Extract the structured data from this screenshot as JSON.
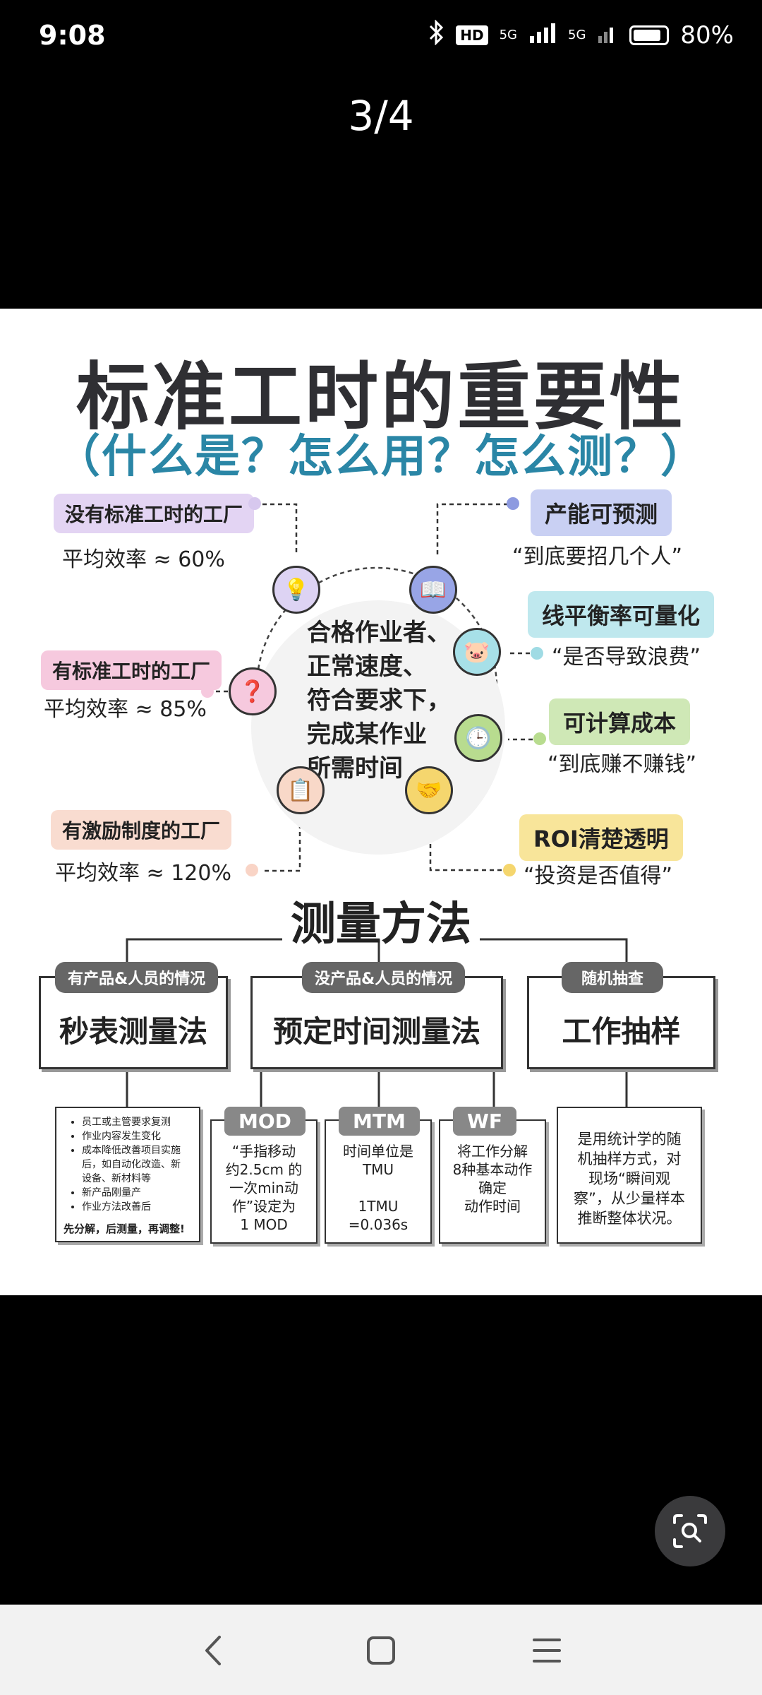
{
  "status": {
    "time": "9:08",
    "hd": "HD",
    "net1": "5G",
    "net2": "5G",
    "battery": "80%"
  },
  "viewer": {
    "counter": "3/4"
  },
  "infographic": {
    "title": "标准工时的重要性",
    "subtitle": "（什么是？怎么用？怎么测？）",
    "left": [
      {
        "tag": "没有标准工时的工厂",
        "value": "平均效率 ≈ 60%",
        "color": "#e3d4f3"
      },
      {
        "tag": "有标准工时的工厂",
        "value": "平均效率 ≈ 85%",
        "color": "#f6c9de"
      },
      {
        "tag": "有激励制度的工厂",
        "value": "平均效率 ≈ 120%",
        "color": "#f9dcd0"
      }
    ],
    "right": [
      {
        "tag": "产能可预测",
        "value": "“到底要招几个人”",
        "color": "#c9d0f3"
      },
      {
        "tag": "线平衡率可量化",
        "value": "“是否导致浪费”",
        "color": "#bfe8ee"
      },
      {
        "tag": "可计算成本",
        "value": "“到底赚不赚钱”",
        "color": "#cfe8b6"
      },
      {
        "tag": "ROI清楚透明",
        "value": "“投资是否值得”",
        "color": "#f8e59a"
      }
    ],
    "center": "合格作业者、\n正常速度、\n符合要求下，\n完成某作业\n所需时间",
    "methods_title": "测量方法",
    "methods": [
      {
        "label": "有产品&人员的情况",
        "name": "秒表测量法"
      },
      {
        "label": "没产品&人员的情况",
        "name": "预定时间测量法"
      },
      {
        "label": "随机抽查",
        "name": "工作抽样"
      }
    ],
    "stopwatch_items": [
      "员工或主管要求复测",
      "作业内容发生变化",
      "成本降低改善项目实施\n后，如自动化改造、新\n设备、新材料等",
      "新产品刚量产",
      "作业方法改善后"
    ],
    "stopwatch_note": "先分解，后测量，再调整!",
    "sub": [
      {
        "label": "MOD",
        "text": "“手指移动\n约2.5cm 的\n一次min动\n作”设定为\n1 MOD"
      },
      {
        "label": "MTM",
        "text": "时间单位是\nTMU\n\n1TMU\n=0.036s"
      },
      {
        "label": "WF",
        "text": "将工作分解\n8种基本动作\n确定\n动作时间"
      }
    ],
    "sampling_text": "是用统计学的随\n机抽样方式，对\n现场“瞬间观\n察”，从少量样本\n推断整体状况。"
  },
  "icons": {
    "bluetooth": "bluetooth-icon",
    "lens": "lens-search-icon",
    "back": "back-icon",
    "home": "home-icon",
    "menu": "menu-icon"
  }
}
